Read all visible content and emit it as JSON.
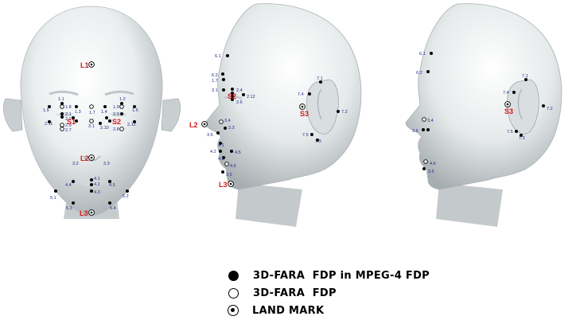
{
  "front_view": {
    "landmarks": [
      "L1",
      "L2",
      "L3"
    ],
    "fdp_labels": [
      "1.1",
      "1.2",
      "1.5",
      "1.6",
      "1.3",
      "1.4",
      "1.8",
      "1.7",
      "1.9",
      "2.1",
      "2.2",
      "2.3",
      "2.11",
      "2.9",
      "2.7",
      "2.10",
      "2.12",
      "2.8",
      "3.1",
      "3.2",
      "3.3",
      "4.1",
      "4.2",
      "4.3",
      "4.4",
      "4.5",
      "5.1",
      "5.2",
      "5.3",
      "5.4"
    ],
    "s_labels": [
      "S1",
      "S2"
    ]
  },
  "side_view_left": {
    "landmarks": [
      "L2",
      "L3",
      "S3",
      "S2"
    ],
    "fdp_labels": [
      "6.1",
      "6.2",
      "1.7",
      "3.1",
      "2.4",
      "2.6",
      "2.12",
      "7.4",
      "7.1",
      "7.2",
      "7.5",
      "7.3",
      "3.4",
      "3.3",
      "3.6",
      "4.1",
      "4.2",
      "4.5",
      "4.3",
      "4.6",
      "3.5"
    ]
  },
  "side_view_right": {
    "landmarks": [
      "S3"
    ],
    "fdp_labels": [
      "6.1",
      "6.2",
      "7.1",
      "7.4",
      "7.2",
      "7.5",
      "7.3",
      "3.4",
      "3.6",
      "4.6",
      "3.5"
    ]
  },
  "legend": [
    {
      "marker": "filled-dot",
      "label": "3D-FARA  FDP in MPEG-4 FDP"
    },
    {
      "marker": "open-circle",
      "label": "3D-FARA  FDP"
    },
    {
      "marker": "landmark",
      "label": "LAND MARK"
    }
  ],
  "colors": {
    "fdp_label": "#1f2d8f",
    "landmark_label": "#d21a1a",
    "marker": "#000000",
    "head_fill": "#e9eced"
  }
}
